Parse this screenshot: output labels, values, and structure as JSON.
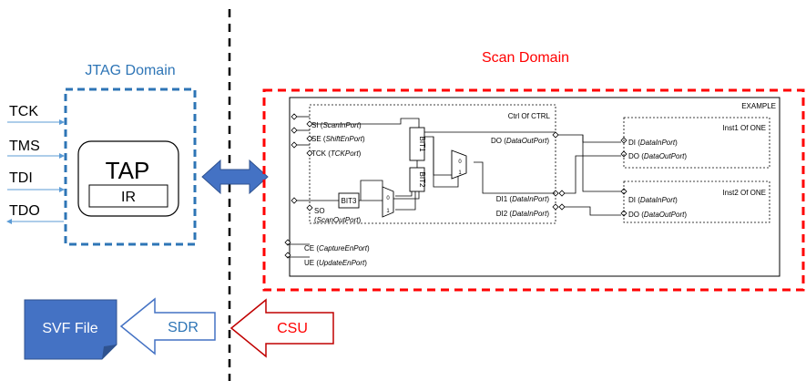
{
  "jtag": {
    "title": "JTAG Domain",
    "signals": [
      "TCK",
      "TMS",
      "TDI",
      "TDO"
    ],
    "tap_label": "TAP",
    "ir_label": "IR"
  },
  "scan": {
    "title": "Scan Domain",
    "example_label": "EXAMPLE",
    "ctrl": {
      "title": "Ctrl Of CTRL",
      "si": "SI",
      "si_port": "ScanInPort",
      "se": "SE",
      "se_port": "ShiftEnPort",
      "tck": "TCK",
      "tck_port": "TCKPort",
      "so": "SO",
      "so_port": "ScanOutPort",
      "do": "DO",
      "do_port": "DataOutPort",
      "di1": "DI1",
      "di1_port": "DataInPort",
      "di2": "DI2",
      "di2_port": "DataInPort",
      "bit1": "BIT1",
      "bit2": "BIT2",
      "bit3": "BIT3",
      "mux_0": "0",
      "mux_1": "1"
    },
    "inst1": {
      "title": "Inst1 Of ONE",
      "di": "DI",
      "di_port": "DataInPort",
      "do": "DO",
      "do_port": "DataOutPort"
    },
    "inst2": {
      "title": "Inst2 Of ONE",
      "di": "DI",
      "di_port": "DataInPort",
      "do": "DO",
      "do_port": "DataOutPort"
    },
    "ce": "CE",
    "ce_port": "CaptureEnPort",
    "ue": "UE",
    "ue_port": "UpdateEnPort"
  },
  "bottom": {
    "svf_label": "SVF File",
    "sdr_label": "SDR",
    "csu_label": "CSU"
  },
  "colors": {
    "jtag_blue": "#2e75b6",
    "scan_red": "#ff0000",
    "svf_fill": "#4472c4",
    "arrow_fill": "#4472c4",
    "csu_border": "#c00000",
    "sdr_border": "#4472c4"
  }
}
